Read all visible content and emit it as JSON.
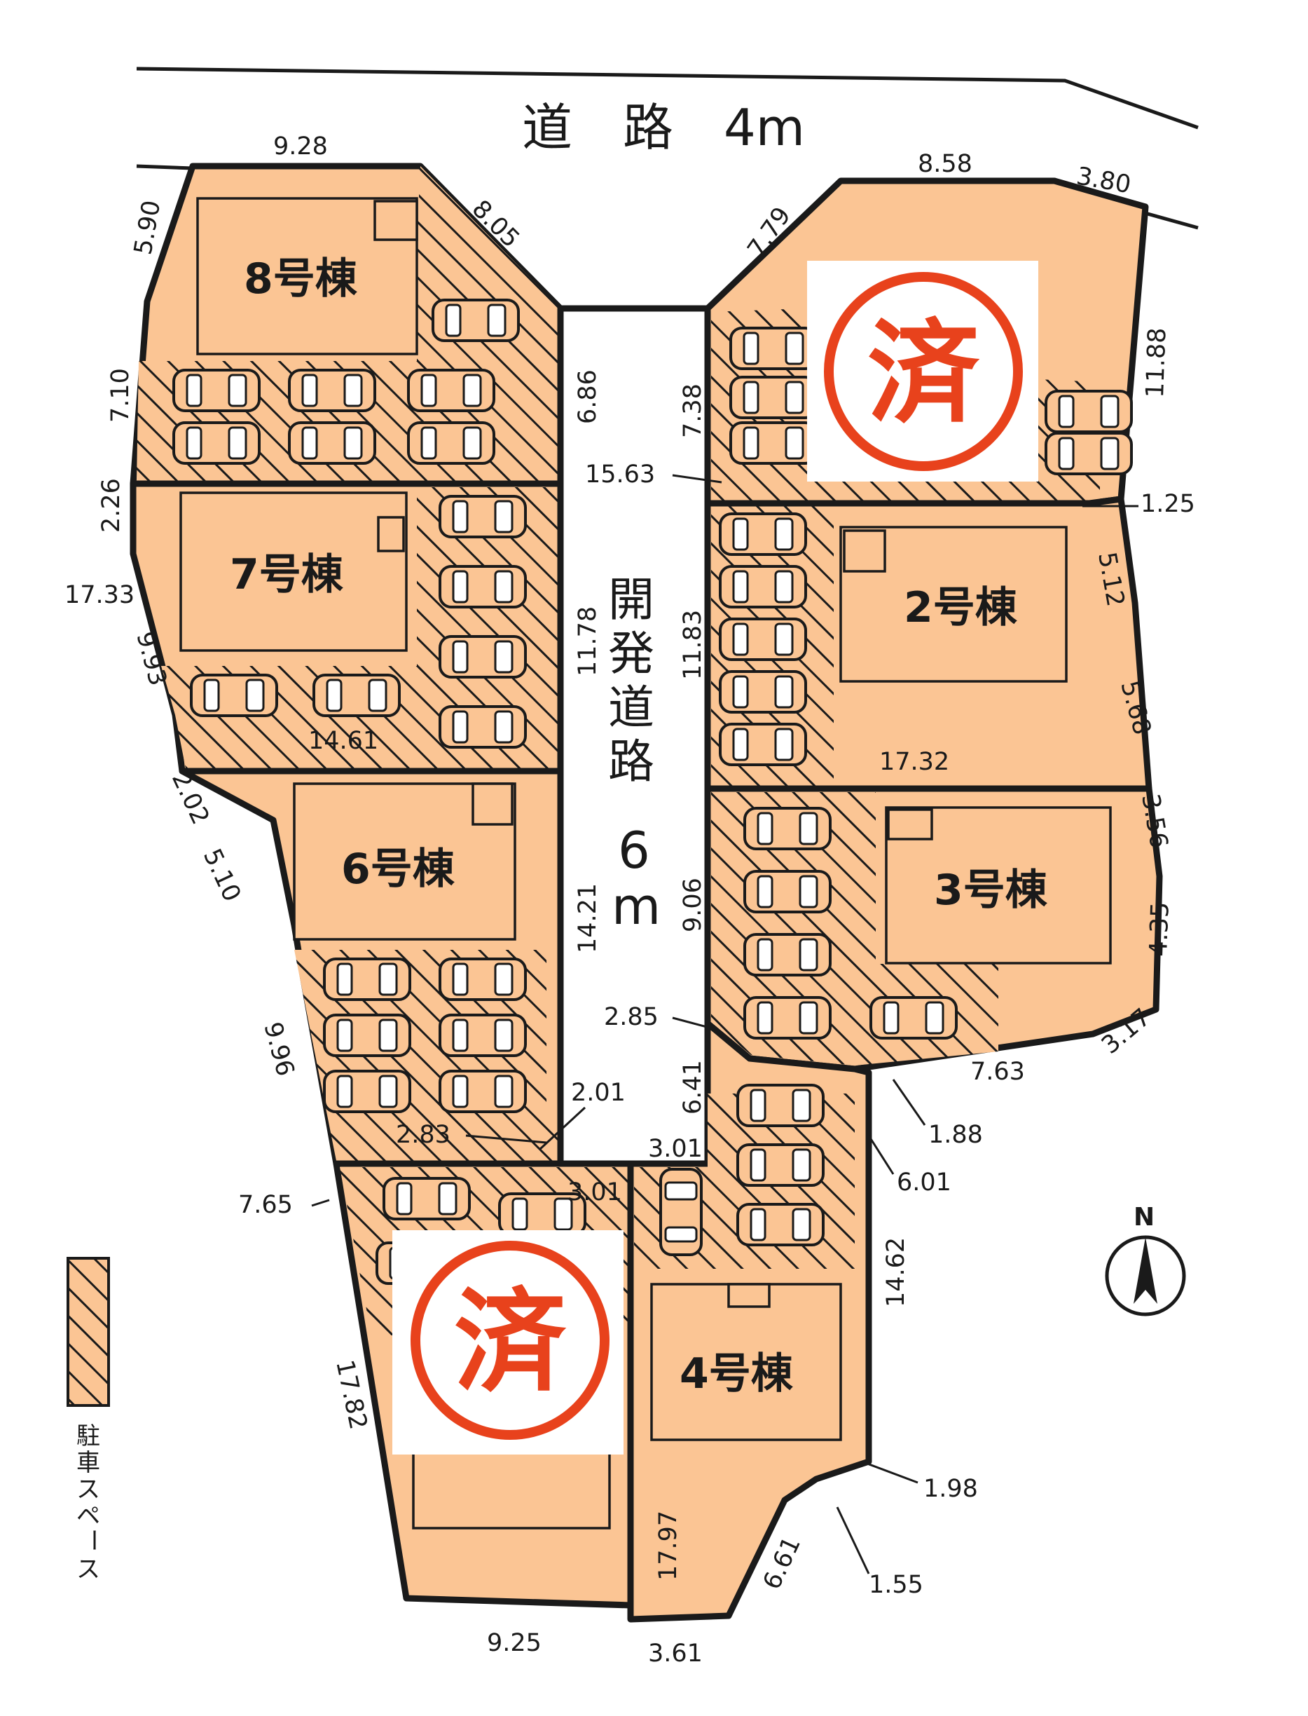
{
  "road": {
    "label": "道　路　4m"
  },
  "dev_road": {
    "chars": [
      "開",
      "発",
      "道",
      "路"
    ],
    "width_digit": "6",
    "width_unit": "m"
  },
  "buildings": [
    {
      "id": "8",
      "label": "8号棟"
    },
    {
      "id": "7",
      "label": "7号棟"
    },
    {
      "id": "6",
      "label": "6号棟"
    },
    {
      "id": "2",
      "label": "2号棟"
    },
    {
      "id": "3",
      "label": "3号棟"
    },
    {
      "id": "4",
      "label": "4号棟"
    }
  ],
  "sold_stamp": {
    "char": "済",
    "color": "#E8421C"
  },
  "measurements": {
    "m_9_28": "9.28",
    "m_5_90": "5.90",
    "m_8_05": "8.05",
    "m_7_10": "7.10",
    "m_6_86": "6.86",
    "m_2_26": "2.26",
    "m_17_33": "17.33",
    "m_9_93": "9.93",
    "m_11_78": "11.78",
    "m_14_61": "14.61",
    "m_2_02": "2.02",
    "m_5_10": "5.10",
    "m_14_21": "14.21",
    "m_9_96": "9.96",
    "m_2_83": "2.83",
    "m_2_01": "2.01",
    "m_7_65": "7.65",
    "m_3_01a": "3.01",
    "m_3_01b": "3.01",
    "m_17_82": "17.82",
    "m_9_25": "9.25",
    "m_3_61": "3.61",
    "m_17_97": "17.97",
    "m_8_58": "8.58",
    "m_3_80": "3.80",
    "m_7_79": "7.79",
    "m_11_88": "11.88",
    "m_7_38": "7.38",
    "m_15_63": "15.63",
    "m_1_25": "1.25",
    "m_5_12": "5.12",
    "m_11_83": "11.83",
    "m_5_68": "5.68",
    "m_17_32": "17.32",
    "m_3_56": "3.56",
    "m_9_06": "9.06",
    "m_4_35": "4.35",
    "m_2_85": "2.85",
    "m_3_17": "3.17",
    "m_7_63": "7.63",
    "m_6_41": "6.41",
    "m_1_88": "1.88",
    "m_6_01": "6.01",
    "m_14_62": "14.62",
    "m_1_98": "1.98",
    "m_6_61": "6.61",
    "m_1_55": "1.55"
  },
  "compass": {
    "label": "N"
  },
  "legend": {
    "chars": [
      "駐",
      "車",
      "ス",
      "ペ",
      "ー",
      "ス"
    ]
  },
  "colors": {
    "lot_fill": "#FBC594",
    "line": "#1a1a1a",
    "stamp": "#E8421C"
  }
}
